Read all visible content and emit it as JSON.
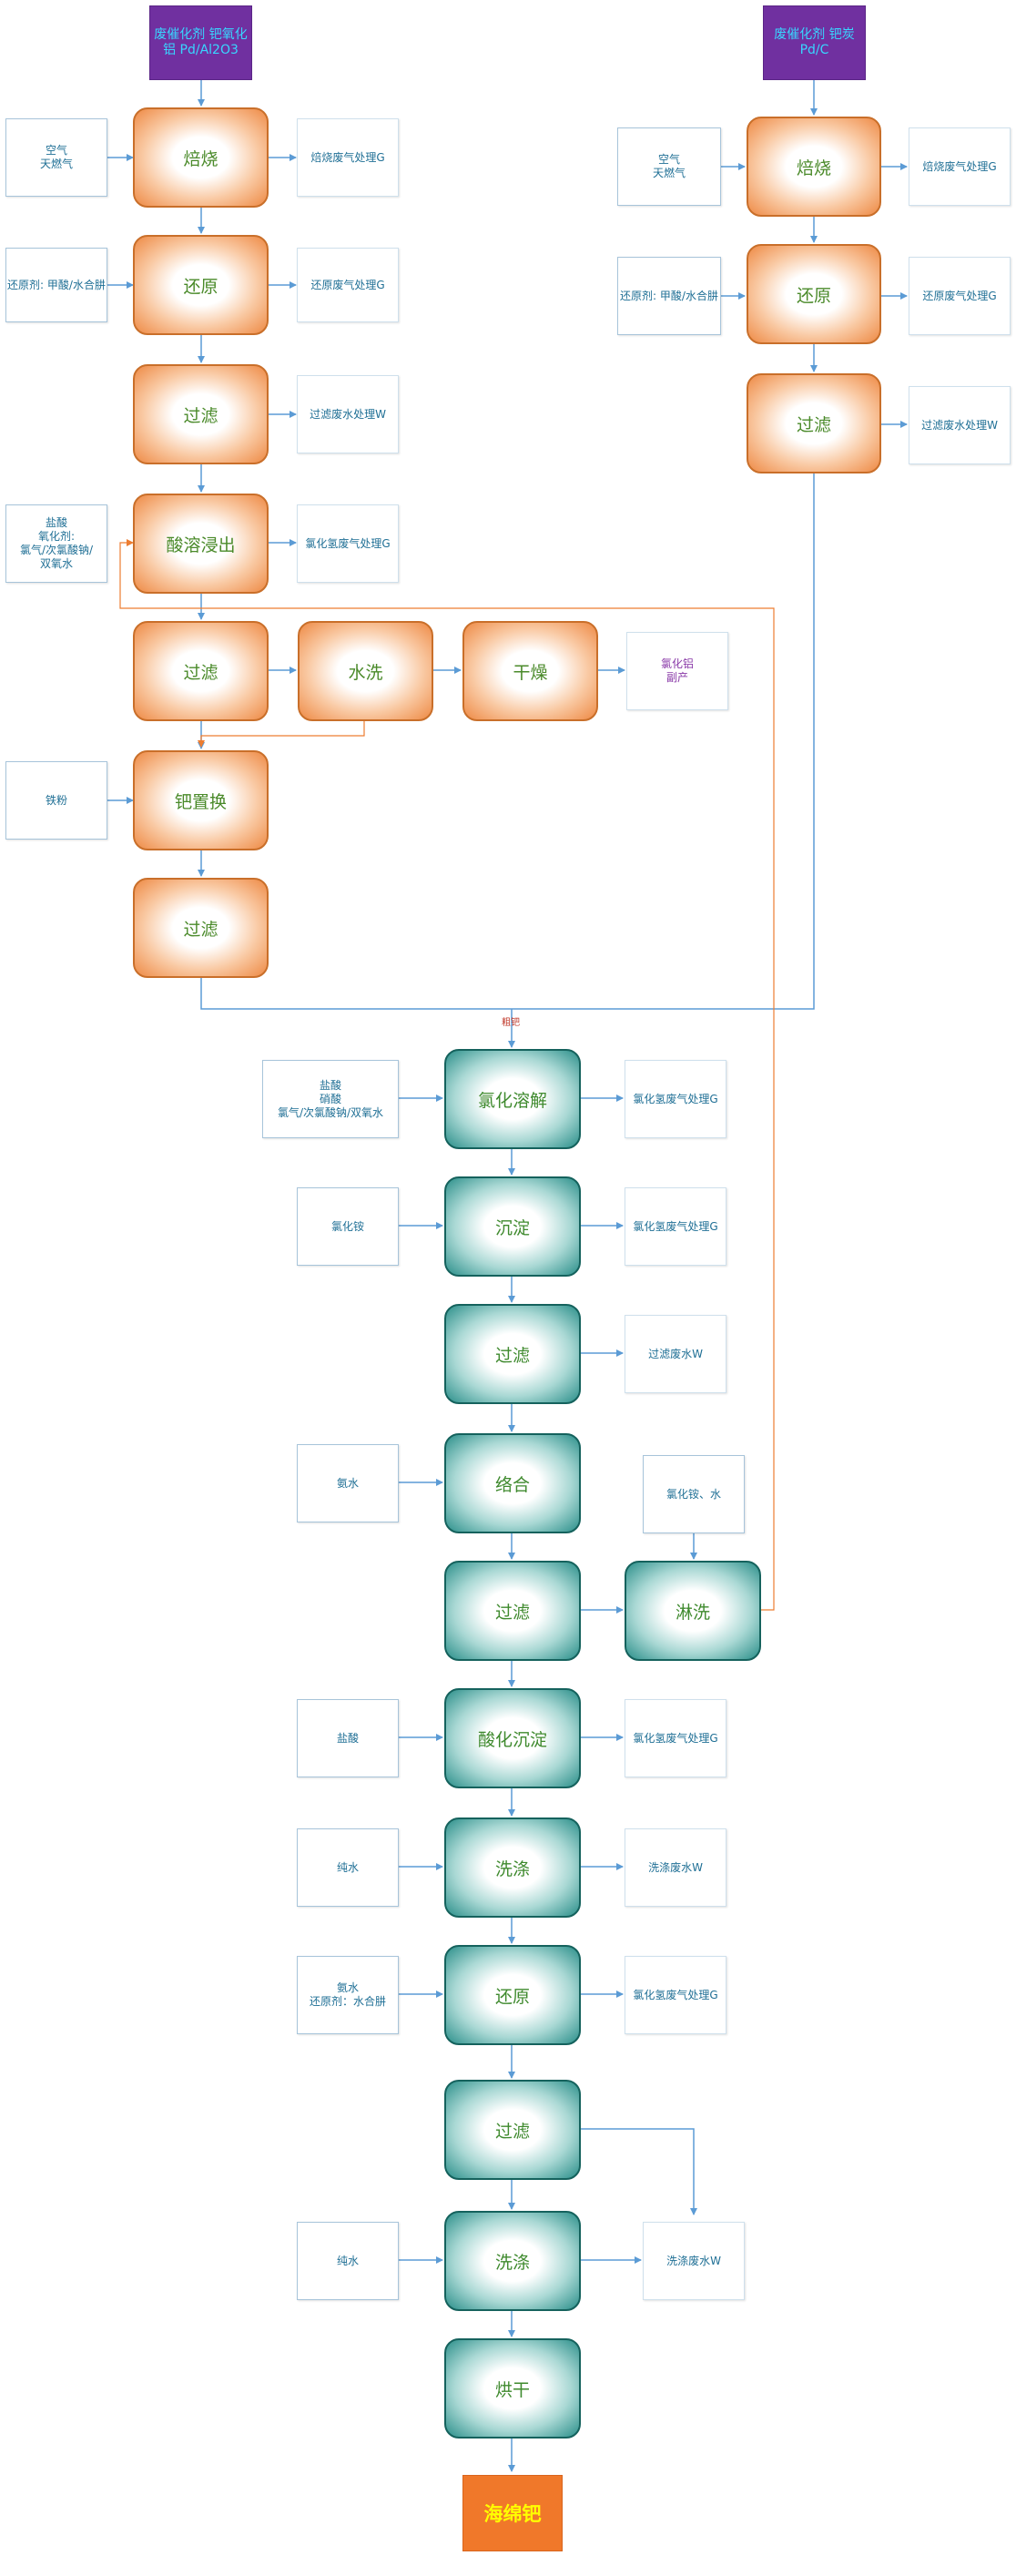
{
  "sources": {
    "left": "废催化剂 钯氧化铝 Pd/Al2O3",
    "right": "废催化剂 钯炭 Pd/C"
  },
  "left_chain": {
    "roast": "焙烧",
    "reduce": "还原",
    "filter1": "过滤",
    "acid_leach": "酸溶浸出",
    "filter2": "过滤",
    "wash": "水洗",
    "dry": "干燥",
    "pd_replace": "钯置换",
    "filter3": "过滤"
  },
  "left_inputs": {
    "roast": "空气\n天燃气",
    "reduce": "还原剂: 甲酸/水合肼",
    "acid_leach": "盐酸\n氧化剂:\n氯气/次氯酸钠/\n双氧水",
    "pd_replace": "铁粉"
  },
  "left_outputs": {
    "roast": "焙烧废气处理G",
    "reduce": "还原废气处理G",
    "filter1": "过滤废水处理W",
    "acid_leach": "氯化氢废气处理G",
    "dry": "氯化铝\n副产"
  },
  "right_chain": {
    "roast": "焙烧",
    "reduce": "还原",
    "filter": "过滤"
  },
  "right_inputs": {
    "roast": "空气\n天燃气",
    "reduce": "还原剂: 甲酸/水合肼"
  },
  "right_outputs": {
    "roast": "焙烧废气处理G",
    "reduce": "还原废气处理G",
    "filter": "过滤废水处理W"
  },
  "merge_label": "粗钯",
  "main_chain": {
    "chlorinate": "氯化溶解",
    "precipitate": "沉淀",
    "filter1": "过滤",
    "complex": "络合",
    "filter2": "过滤",
    "rinse": "淋洗",
    "acid_precip": "酸化沉淀",
    "wash1": "洗涤",
    "reduce": "还原",
    "filter3": "过滤",
    "wash2": "洗涤",
    "dry": "烘干"
  },
  "main_inputs": {
    "chlorinate": "盐酸\n硝酸\n氯气/次氯酸钠/双氧水",
    "precipitate": "氯化铵",
    "complex": "氨水",
    "rinse": "氯化铵、水",
    "acid_precip": "盐酸",
    "wash1": "纯水",
    "reduce": "氨水\n还原剂：水合肼",
    "wash2": "纯水"
  },
  "main_outputs": {
    "chlorinate": "氯化氢废气处理G",
    "precipitate": "氯化氢废气处理G",
    "filter1": "过滤废水W",
    "acid_precip": "氯化氢废气处理G",
    "wash1": "洗涤废水W",
    "reduce": "氯化氢废气处理G",
    "wash2": "洗涤废水W"
  },
  "product": "海绵钯",
  "colors": {
    "arrow": "#5b9bd5",
    "return_line": "#ed7d31",
    "orange_box": "#ee8a45",
    "teal_box": "#2b8f8a",
    "source_box": "#7030a0",
    "product_box": "#f0782a"
  }
}
